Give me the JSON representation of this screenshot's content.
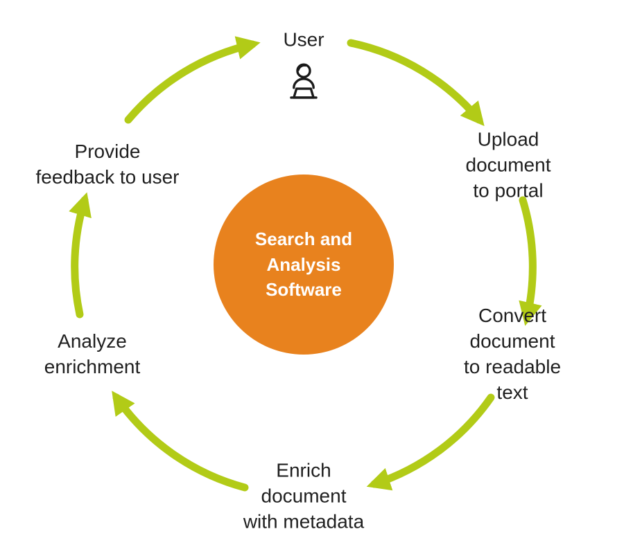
{
  "diagram": {
    "type": "cycle",
    "direction": "clockwise"
  },
  "colors": {
    "center_circle": "#E8821E",
    "arrow": "#B2CB17",
    "text": "#1F1F1F",
    "center_text": "#FFFFFF",
    "background": "#FFFFFF"
  },
  "center": {
    "label": "Search and\nAnalysis\nSoftware"
  },
  "steps": [
    {
      "id": "user",
      "label": "User",
      "icon": "user-at-laptop-icon"
    },
    {
      "id": "upload",
      "label": "Upload document\nto portal"
    },
    {
      "id": "convert",
      "label": "Convert document\nto readable text"
    },
    {
      "id": "enrich",
      "label": "Enrich\ndocument\nwith metadata"
    },
    {
      "id": "analyze",
      "label": "Analyze\nenrichment"
    },
    {
      "id": "feedback",
      "label": "Provide\nfeedback to user"
    }
  ]
}
